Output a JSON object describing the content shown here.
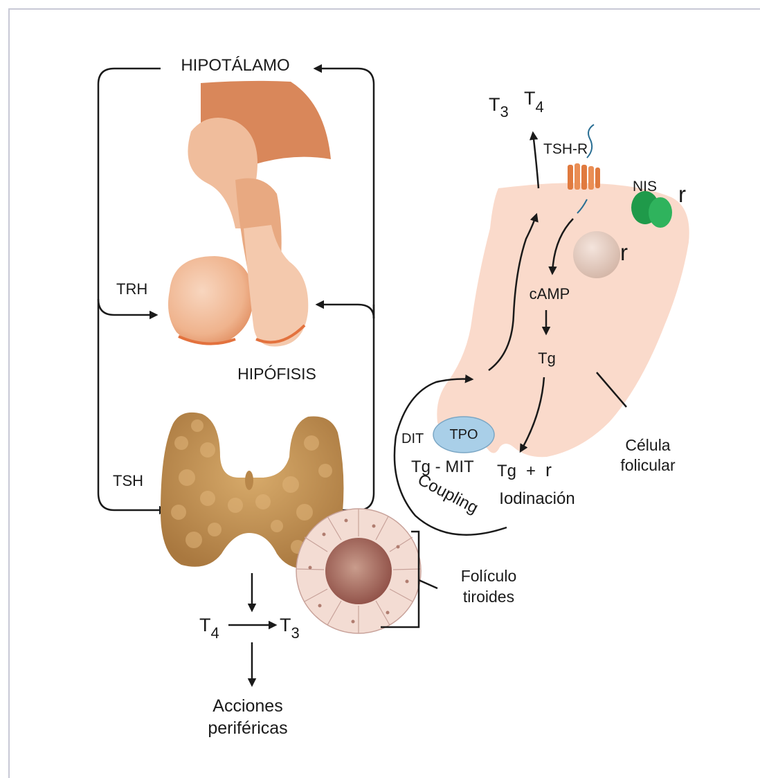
{
  "labels": {
    "hypothalamus": "HIPOTÁLAMO",
    "trh": "TRH",
    "pituitary": "HIPÓFISIS",
    "tsh": "TSH",
    "t3_top": "T",
    "t3_top_sub": "3",
    "t4_top": "T",
    "t4_top_sub": "4",
    "tsh_receptor": "TSH-R",
    "nis": "NIS",
    "iodide_nis": "r",
    "iodide_cell": "r",
    "camp": "cAMP",
    "tg": "Tg",
    "dit": "DIT",
    "tpo": "TPO",
    "tg_mit": "Tg - MIT",
    "tg_iodide_left": "Tg",
    "tg_iodide_plus": "+",
    "tg_iodide_r": "r",
    "iodination": "Iodinación",
    "coupling": "Coupling",
    "follicular_cell_line1": "Célula",
    "follicular_cell_line2": "folicular",
    "follicle_line1": "Folículo",
    "follicle_line2": "tiroides",
    "t4_bottom": "T",
    "t4_bottom_sub": "4",
    "t3_bottom": "T",
    "t3_bottom_sub": "3",
    "peripheral_line1": "Acciones",
    "peripheral_line2": "periféricas"
  },
  "colors": {
    "cell": "#fadacb",
    "hypothalamus": "#d9875a",
    "pituitary": "#f0b893",
    "thyroid": "#c69656",
    "nis": "#1f9a4a",
    "tpo": "#a9cfe8",
    "receptor": "#e07a3f",
    "frame": "#c8c9d6"
  }
}
